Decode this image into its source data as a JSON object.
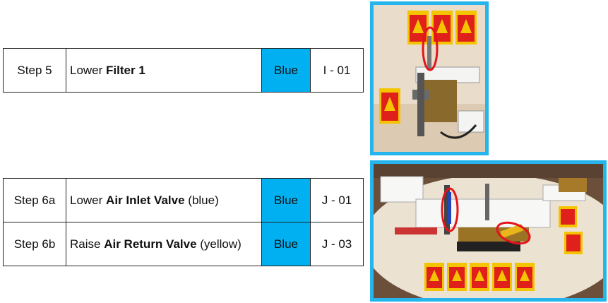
{
  "colors": {
    "cell_highlight": "#00b0f0",
    "photo_border": "#25b5ec"
  },
  "groups": [
    {
      "rows": [
        {
          "step": "Step 5",
          "action": "Lower",
          "item": "Filter 1",
          "suffix": "",
          "color_label": "Blue",
          "code": "I - 01"
        }
      ],
      "photo": {
        "subject": "valve-panel-filter-photo"
      }
    },
    {
      "rows": [
        {
          "step": "Step 6a",
          "action": "Lower",
          "item": "Air Inlet Valve",
          "suffix": "(blue)",
          "color_label": "Blue",
          "code": "J - 01"
        },
        {
          "step": "Step 6b",
          "action": "Raise",
          "item": "Air Return Valve",
          "suffix": "(yellow)",
          "color_label": "Blue",
          "code": "J - 03"
        }
      ],
      "photo": {
        "subject": "valve-panel-air-valves-photo"
      }
    }
  ]
}
